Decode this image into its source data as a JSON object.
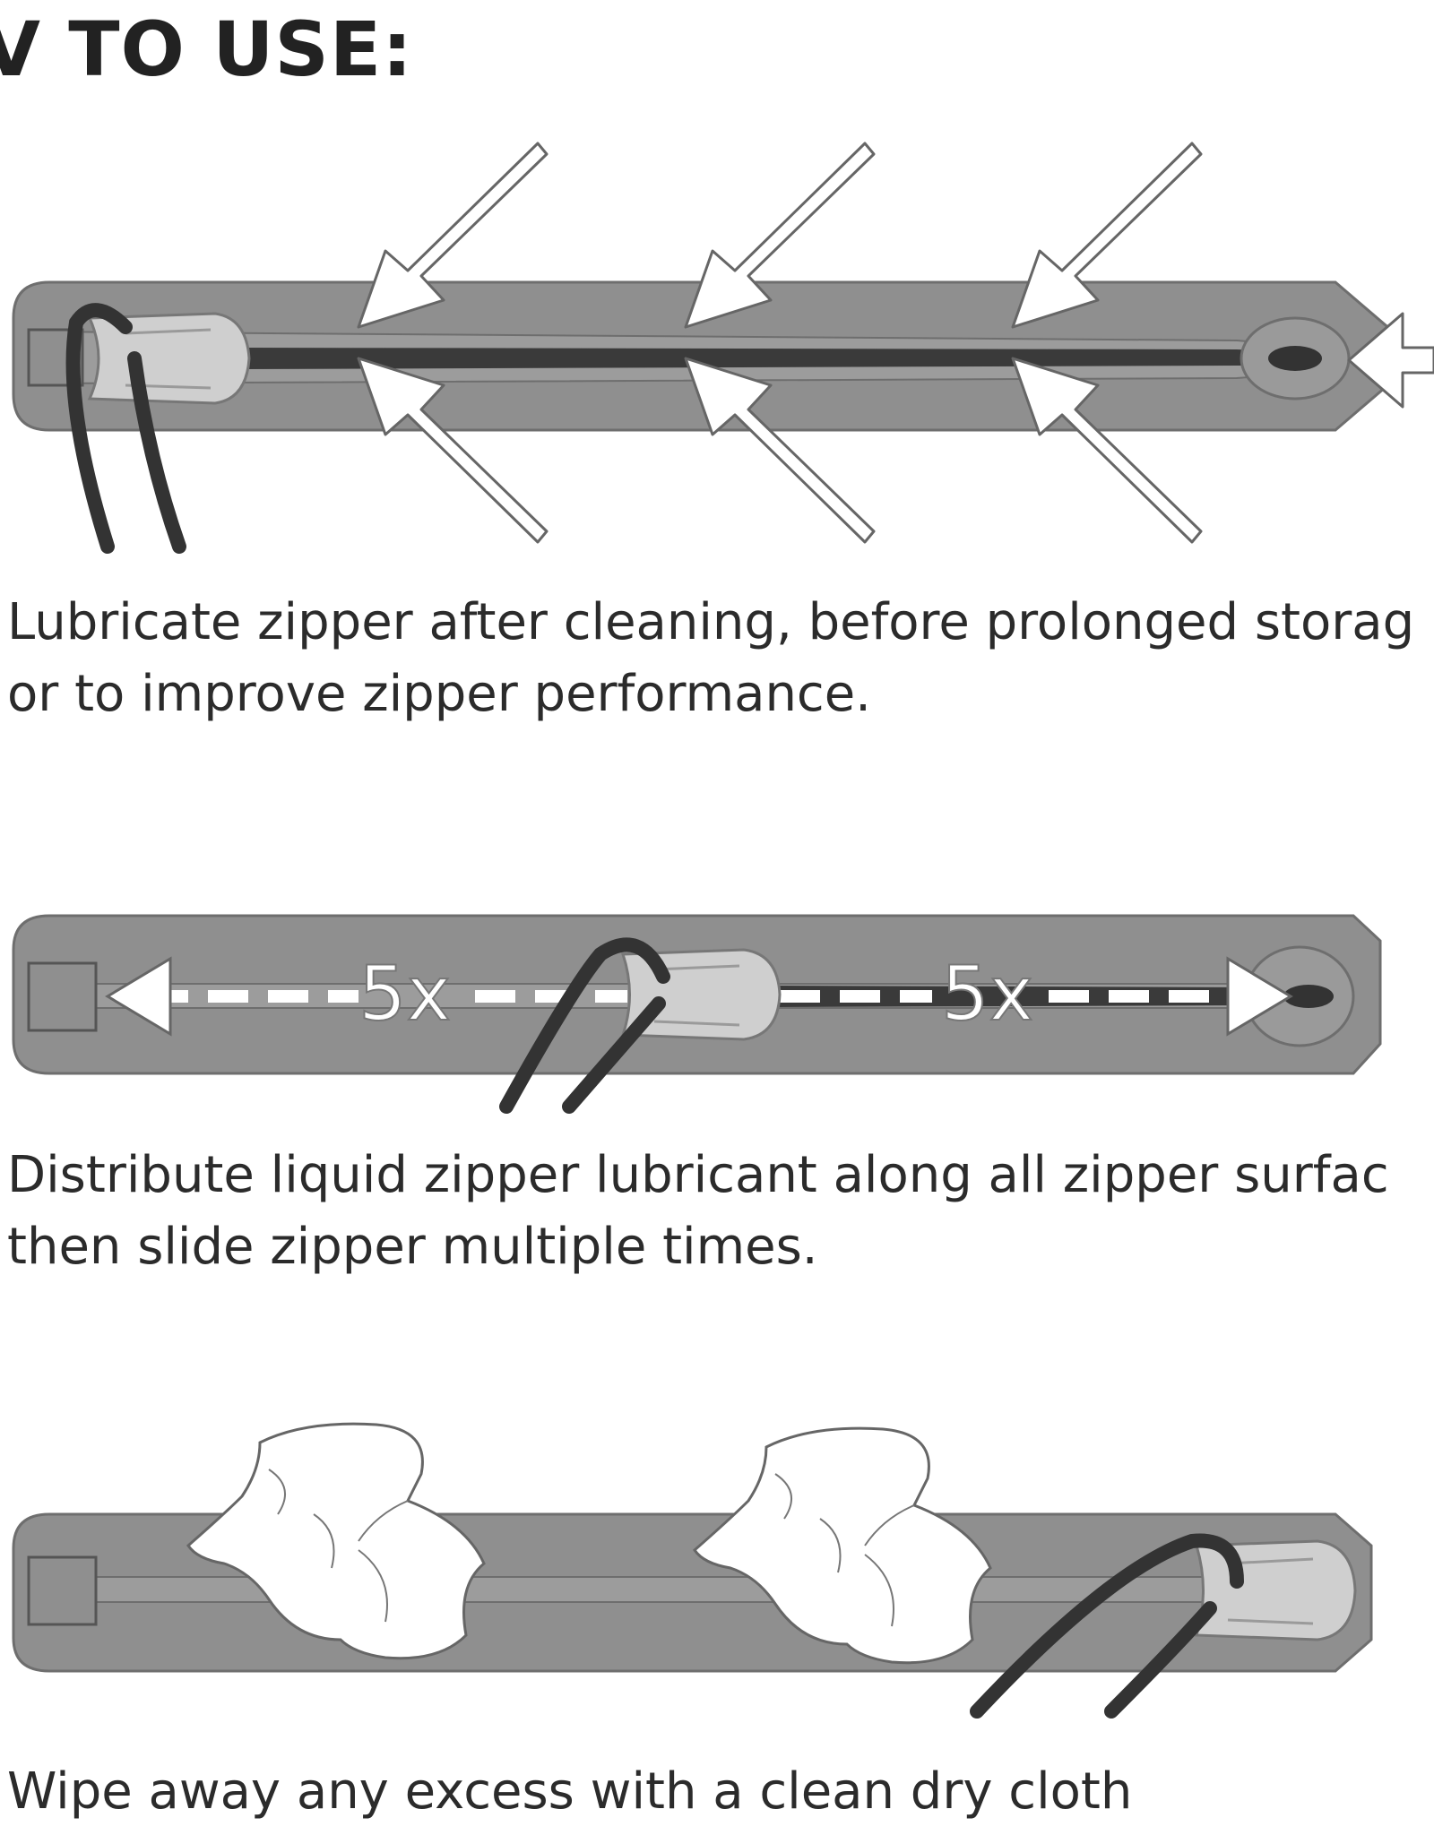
{
  "heading": "V TO USE:",
  "steps": [
    {
      "line1": "Lubricate zipper after cleaning, before prolonged storag",
      "line2": "or to improve zipper performance."
    },
    {
      "line1": "Distribute liquid zipper lubricant along all zipper surfac",
      "line2": "then slide zipper multiple times.",
      "repeat_label_left": "5x",
      "repeat_label_right": "5x"
    },
    {
      "line1": "Wipe away any excess with a clean dry cloth"
    }
  ],
  "colors": {
    "zipper_tape": "#8f8f8f",
    "zipper_teeth": "#3a3a3a",
    "slider": "#cfcfcf",
    "pull_cord": "#333333",
    "arrows": "#ffffff",
    "text": "#2b2b2b"
  }
}
